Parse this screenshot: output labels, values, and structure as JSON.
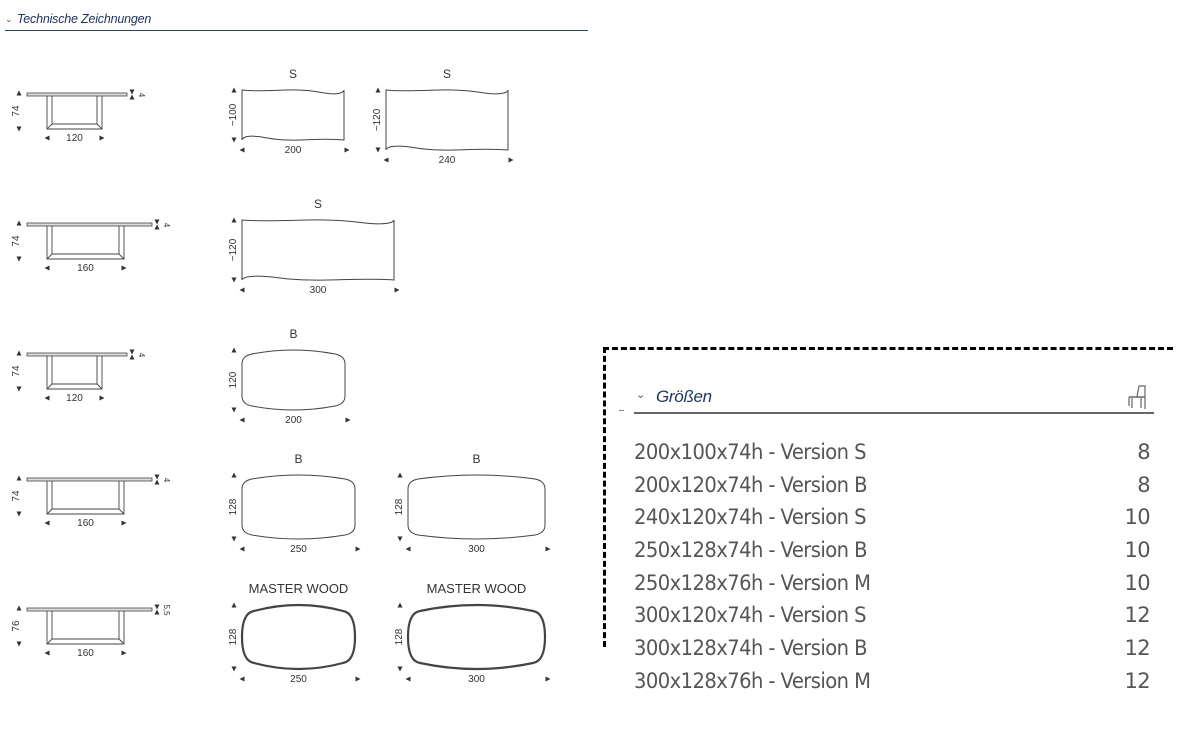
{
  "technical_drawings": {
    "title": "Technische Zeichnungen",
    "icon": "chevron-down-icon",
    "rows": [
      {
        "side_view": {
          "height": "74",
          "width": "120",
          "thickness": "4"
        },
        "top_views": [
          {
            "label": "S",
            "depth": "~100",
            "width": "200",
            "shape": "wavy"
          },
          {
            "label": "S",
            "depth": "~120",
            "width": "240",
            "shape": "wavy"
          }
        ]
      },
      {
        "side_view": {
          "height": "74",
          "width": "160",
          "thickness": "4"
        },
        "top_views": [
          {
            "label": "S",
            "depth": "~120",
            "width": "300",
            "shape": "wavy"
          }
        ]
      },
      {
        "side_view": {
          "height": "74",
          "width": "120",
          "thickness": "4"
        },
        "top_views": [
          {
            "label": "B",
            "depth": "120",
            "width": "200",
            "shape": "barrel"
          }
        ]
      },
      {
        "side_view": {
          "height": "74",
          "width": "160",
          "thickness": "4"
        },
        "top_views": [
          {
            "label": "B",
            "depth": "128",
            "width": "250",
            "shape": "barrel"
          },
          {
            "label": "B",
            "depth": "128",
            "width": "300",
            "shape": "barrel"
          }
        ]
      },
      {
        "side_view": {
          "height": "76",
          "width": "160",
          "thickness": "5,5"
        },
        "top_views": [
          {
            "label": "MASTER WOOD",
            "depth": "128",
            "width": "250",
            "shape": "master"
          },
          {
            "label": "MASTER WOOD",
            "depth": "128",
            "width": "300",
            "shape": "master"
          }
        ]
      }
    ]
  },
  "sizes": {
    "title": "Größen",
    "chevron_icon": "chevron-down-icon",
    "seats_icon": "chair-icon",
    "items": [
      {
        "label": "200x100x74h - Version S",
        "seats": "8"
      },
      {
        "label": "200x120x74h - Version B",
        "seats": "8"
      },
      {
        "label": "240x120x74h - Version S",
        "seats": "10"
      },
      {
        "label": "250x128x74h - Version B",
        "seats": "10"
      },
      {
        "label": "250x128x76h - Version M",
        "seats": "10"
      },
      {
        "label": "300x120x74h - Version S",
        "seats": "12"
      },
      {
        "label": "300x128x74h - Version B",
        "seats": "12"
      },
      {
        "label": "300x128x76h - Version M",
        "seats": "12"
      }
    ]
  },
  "colors": {
    "heading": "#1f3560",
    "text": "#555555",
    "focus_border": "#000000"
  }
}
